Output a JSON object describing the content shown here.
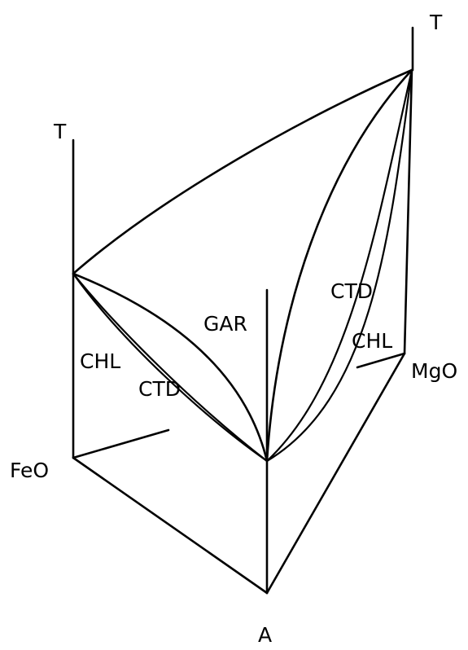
{
  "diagram": {
    "axes": {
      "feo_temperature_label": "T",
      "mgo_temperature_label": "T"
    },
    "components": {
      "feo": "FeO",
      "mgo": "MgO",
      "a": "A"
    },
    "phases": {
      "gar": "GAR",
      "chl_fe_side": "CHL",
      "ctd_fe_side": "CTD",
      "ctd_mg_side": "CTD",
      "chl_mg_side": "CHL"
    },
    "colors": {
      "ink": "#000000",
      "paper": "#ffffff"
    }
  }
}
